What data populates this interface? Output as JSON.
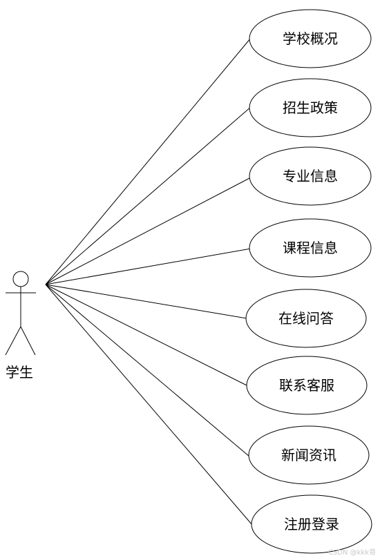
{
  "actor": {
    "name": "学生"
  },
  "use_cases": [
    {
      "label": "学校概况"
    },
    {
      "label": "招生政策"
    },
    {
      "label": "专业信息"
    },
    {
      "label": "课程信息"
    },
    {
      "label": "在线问答"
    },
    {
      "label": "联系客服"
    },
    {
      "label": "新闻资讯"
    },
    {
      "label": "注册登录"
    }
  ],
  "watermark": "CSDN @kkk哥"
}
